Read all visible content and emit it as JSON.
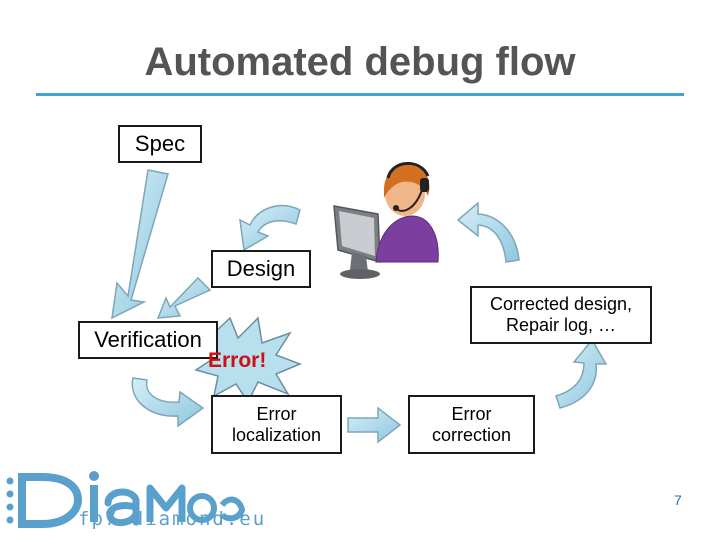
{
  "slide": {
    "title": "Automated debug flow",
    "page_number": "7"
  },
  "nodes": {
    "spec": "Spec",
    "design": "Design",
    "verification": "Verification",
    "error": "Error!",
    "error_localization": "Error\nlocalization",
    "error_correction": "Error\ncorrection",
    "corrected_design": "Corrected design,\nRepair log, …"
  },
  "logo": {
    "wordmark": "DiaMond",
    "url": "fp7-diamond.eu"
  },
  "colors": {
    "title": "#545454",
    "title_rule": "#3aa7d9",
    "arrow_fill": "#a9d8ea",
    "arrow_stroke": "#7fa6b8",
    "burst_fill": "#b7dfee",
    "error_text": "#cc1111",
    "logo": "#5aa0cc",
    "page_number": "#1e6fb5"
  },
  "icons": [
    "engineer-at-computer-icon",
    "diamond-logo-icon"
  ]
}
